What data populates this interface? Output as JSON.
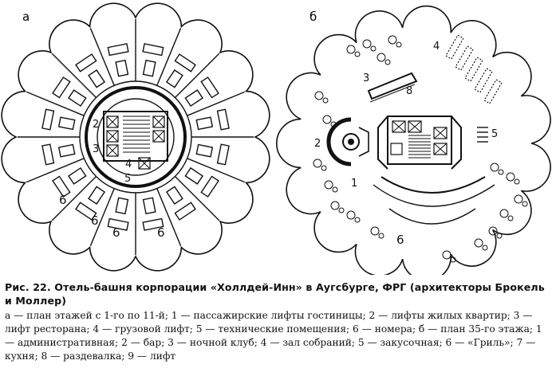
{
  "figure": {
    "panel_a": {
      "letter": "а",
      "room_labels": [
        "2",
        "3",
        "4",
        "5",
        "6",
        "6",
        "6",
        "6"
      ]
    },
    "panel_b": {
      "letter": "б",
      "room_labels": [
        "1",
        "2",
        "3",
        "4",
        "5",
        "6",
        "8"
      ]
    }
  },
  "caption": {
    "title": "Рис. 22. Отель-башня корпорации «Холлдей-Инн» в Аугсбурге, ФРГ (архитекторы Брокель и Моллер)",
    "body": "а — план этажей с 1-го по 11-й; 1 — пассажирские лифты гостиницы; 2 — лифты жилых квартир; 3 — лифт ресторана; 4 — грузовой лифт; 5 — технические помещения; 6 — номера; б — план 35-го этажа; 1 — административная; 2 — бар; 3 — ночной клуб; 4 — зал собраний; 5 — закусочная; 6 — «Гриль»; 7 — кухня; 8 — раздевалка; 9 — лифт"
  }
}
